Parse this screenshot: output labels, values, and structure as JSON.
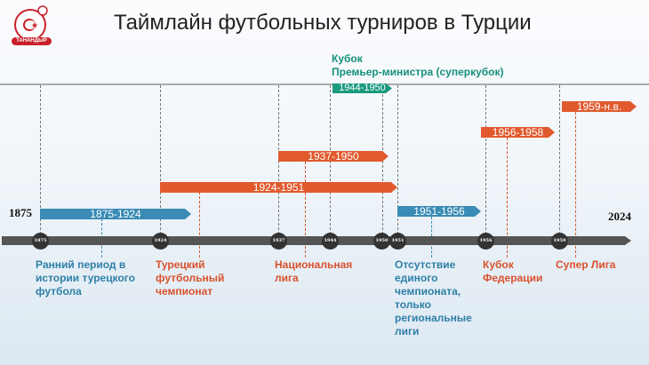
{
  "title": "Таймлайн футбольных турниров в Турции",
  "logo": {
    "text": "ТАНАНДЫР"
  },
  "start_year": "1875",
  "end_year": "2024",
  "axis_years": [
    "1875",
    "1924",
    "1937",
    "1944",
    "1950",
    "1951",
    "1956",
    "1959"
  ],
  "bars": {
    "b1875": "1875-1924",
    "b1924": "1924-1951",
    "b1937": "1937-1950",
    "b1944": "1944-1950",
    "b1951": "1951-1956",
    "b1956": "1956-1958",
    "b1959": "1959-н.в."
  },
  "cup_label": {
    "line1": "Кубок",
    "line2": "Премьер-министра (суперкубок)"
  },
  "labels": {
    "early": [
      "Ранний период в",
      "истории турецкого",
      "футбола"
    ],
    "champ": [
      "Турецкий",
      "футбольный",
      "чемпионат"
    ],
    "national": [
      "Национальная",
      "лига"
    ],
    "none": [
      "Отсутствие",
      "единого",
      "чемпионата,",
      "только",
      "региональные",
      "лиги"
    ],
    "federation": [
      "Кубок",
      "Федерации"
    ],
    "super": [
      "Супер Лига"
    ]
  },
  "colors": {
    "blue": "#3a8bb5",
    "orange": "#e05a2e",
    "green": "#1a9a7e",
    "axis": "#555555"
  }
}
